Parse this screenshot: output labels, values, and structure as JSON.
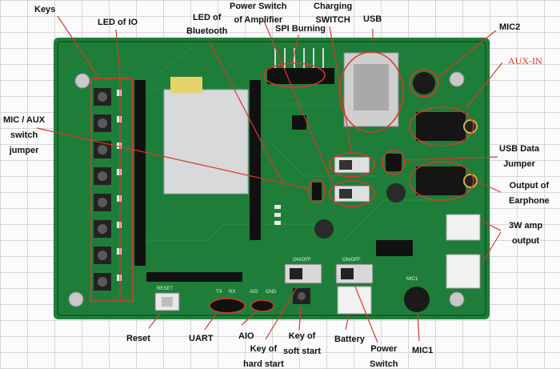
{
  "labels": {
    "keys": "Keys",
    "led_io": "LED of IO",
    "led_bt_1": "LED of",
    "led_bt_2": "Bluetooth",
    "power_amp_1": "Power Switch",
    "power_amp_2": "of Amplifier",
    "spi": "SPI Burning",
    "charging_1": "Charging",
    "charging_2": "SWITCH",
    "usb": "USB",
    "mic2": "MIC2",
    "aux_in": "AUX-IN",
    "mic_aux_1": "MIC / AUX",
    "mic_aux_2": "switch",
    "mic_aux_3": "jumper",
    "usb_data_1": "USB Data",
    "usb_data_2": "Jumper",
    "output_ear_1": "Output of",
    "output_ear_2": "Earphone",
    "amp3w_1": "3W amp",
    "amp3w_2": "output",
    "reset": "Reset",
    "uart": "UART",
    "aio": "AIO",
    "hard_start_1": "Key of",
    "hard_start_2": "hard start",
    "soft_start_1": "Key of",
    "soft_start_2": "soft start",
    "battery": "Battery",
    "power_switch_1": "Power",
    "power_switch_2": "Switch",
    "mic1": "MIC1"
  },
  "silkscreen": {
    "reset": "RESET",
    "onoff_left": "ON/OFF",
    "onoff_right": "ON/OFF",
    "mic1": "MIC1",
    "uart_tx": "TX",
    "uart_rx": "RX",
    "aio": "AIO",
    "gnd": "GND"
  },
  "colors": {
    "board": "#1f7d3a",
    "board_dark": "#145c29",
    "annotation": "#d83a2a",
    "label_text": "#111111"
  }
}
